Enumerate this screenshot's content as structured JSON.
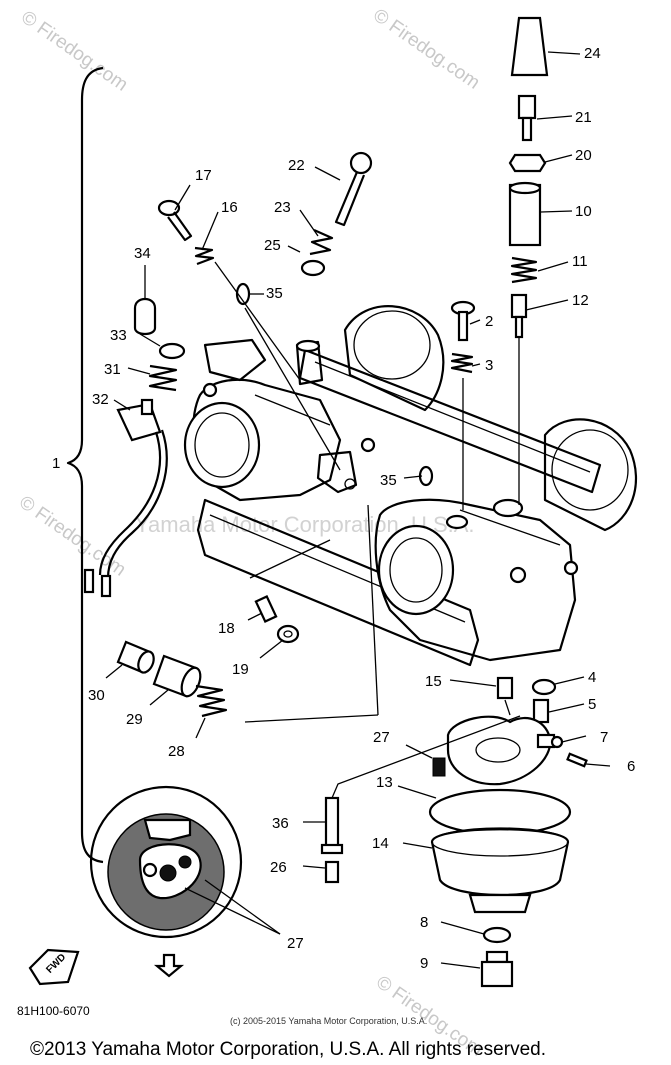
{
  "watermarks": {
    "top_left": "© Firedog.com",
    "top_right": "© Firedog.com",
    "mid_left": "© Firedog.com",
    "bottom_right": "© Firedog.com",
    "center": "Yamaha Motor Corporation, U.S.A."
  },
  "callouts": {
    "c1": "1",
    "c2": "2",
    "c3": "3",
    "c4": "4",
    "c5": "5",
    "c6": "6",
    "c7": "7",
    "c8": "8",
    "c9": "9",
    "c10": "10",
    "c11": "11",
    "c12": "12",
    "c13": "13",
    "c14": "14",
    "c15": "15",
    "c16": "16",
    "c17": "17",
    "c18": "18",
    "c19": "19",
    "c20": "20",
    "c21": "21",
    "c22": "22",
    "c23": "23",
    "c24": "24",
    "c25": "25",
    "c26": "26",
    "c27a": "27",
    "c27b": "27",
    "c28": "28",
    "c29": "29",
    "c30": "30",
    "c31": "31",
    "c32": "32",
    "c33": "33",
    "c34": "34",
    "c35a": "35",
    "c35b": "35",
    "c36": "36"
  },
  "forward_marker": "FWD",
  "diagram_code": "81H100-6070",
  "small_copyright": "(c) 2005-2015 Yamaha Motor Corporation, U.S.A.",
  "footer_copyright": "©2013 Yamaha Motor Corporation, U.S.A. All rights reserved."
}
